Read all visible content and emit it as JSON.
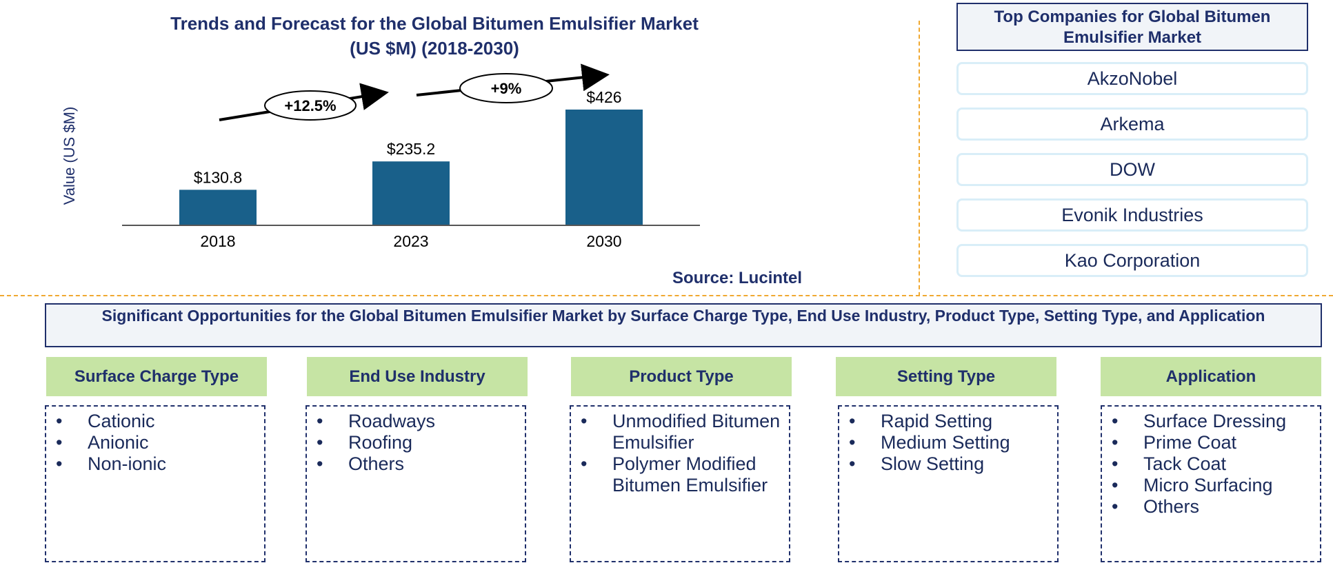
{
  "chart_data": {
    "type": "bar",
    "title": "Trends and Forecast for the Global Bitumen Emulsifier Market (US $M) (2018-2030)",
    "title_lines": [
      "Trends and Forecast for the Global Bitumen Emulsifier Market",
      "(US $M) (2018-2030)"
    ],
    "ylabel": "Value (US $M)",
    "xlabel": "",
    "categories": [
      "2018",
      "2023",
      "2030"
    ],
    "values": [
      130.8,
      235.2,
      426
    ],
    "data_labels": [
      "$130.8",
      "$235.2",
      "$426"
    ],
    "ylim": [
      0,
      470
    ],
    "grid": false,
    "bar_color": "#19608a",
    "growth_annotations": [
      {
        "from": "2018",
        "to": "2023",
        "label": "+12.5%"
      },
      {
        "from": "2023",
        "to": "2030",
        "label": "+9%"
      }
    ]
  },
  "source": "Source: Lucintel",
  "companies": {
    "title": "Top Companies for Global Bitumen Emulsifier Market",
    "items": [
      "AkzoNobel",
      "Arkema",
      "DOW",
      "Evonik Industries",
      "Kao Corporation"
    ]
  },
  "opportunities": {
    "title": "Significant Opportunities for the Global Bitumen Emulsifier Market by Surface Charge Type, End Use Industry, Product Type, Setting Type, and Application",
    "categories": [
      {
        "name": "Surface Charge Type",
        "items": [
          "Cationic",
          "Anionic",
          "Non-ionic"
        ]
      },
      {
        "name": "End Use Industry",
        "items": [
          "Roadways",
          "Roofing",
          "Others"
        ]
      },
      {
        "name": "Product Type",
        "items": [
          "Unmodified Bitumen Emulsifier",
          "Polymer Modified Bitumen Emulsifier"
        ]
      },
      {
        "name": "Setting Type",
        "items": [
          "Rapid Setting",
          "Medium Setting",
          "Slow Setting"
        ]
      },
      {
        "name": "Application",
        "items": [
          "Surface Dressing",
          "Prime Coat",
          "Tack Coat",
          "Micro Surfacing",
          "Others"
        ]
      }
    ]
  },
  "colors": {
    "accent_navy": "#1f2f6b",
    "divider_orange": "#f0a830",
    "category_green": "#c6e4a4",
    "company_border": "#d9eef8"
  }
}
